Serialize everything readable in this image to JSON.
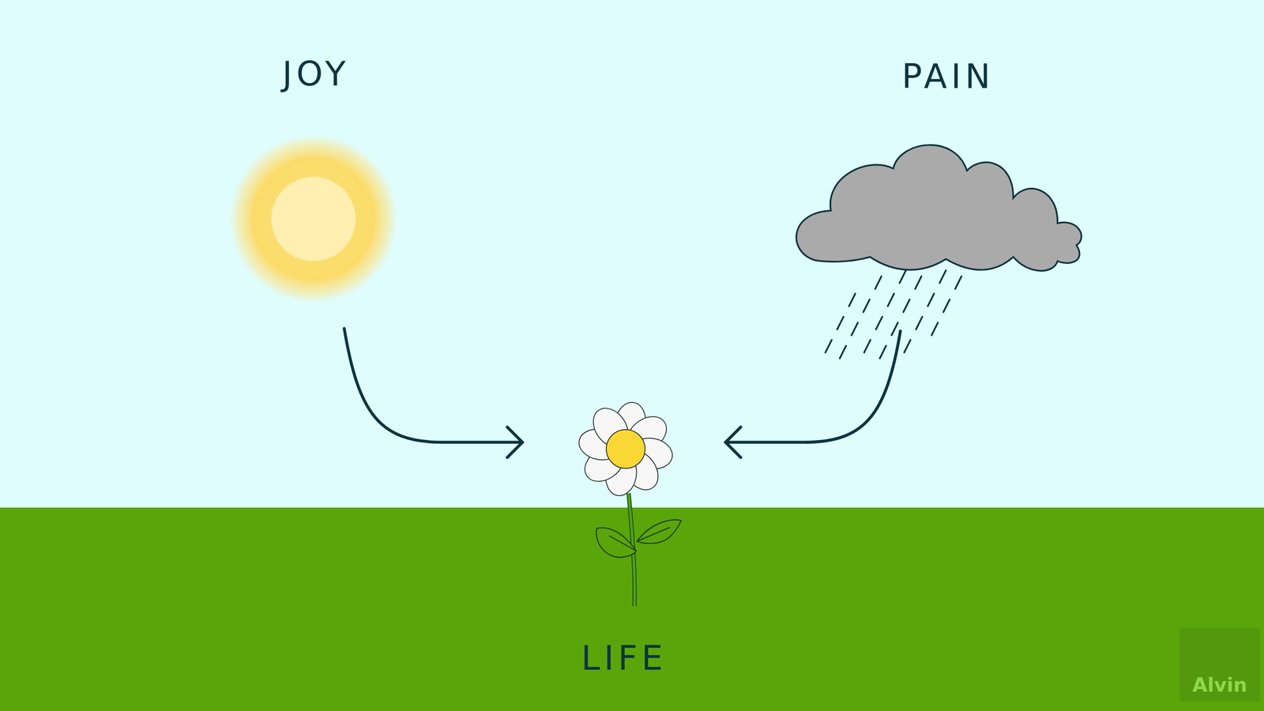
{
  "diagram": {
    "nodes": [
      {
        "text": [
          "JOY"
        ]
      },
      {
        "text": [
          "PAIN"
        ]
      },
      {
        "text": [
          "LIFE"
        ]
      }
    ],
    "edges": [
      {
        "from": 0,
        "to": 2,
        "arrow": "to"
      },
      {
        "from": 1,
        "to": 2,
        "arrow": "to"
      }
    ],
    "labels": [
      "Alvin"
    ]
  }
}
